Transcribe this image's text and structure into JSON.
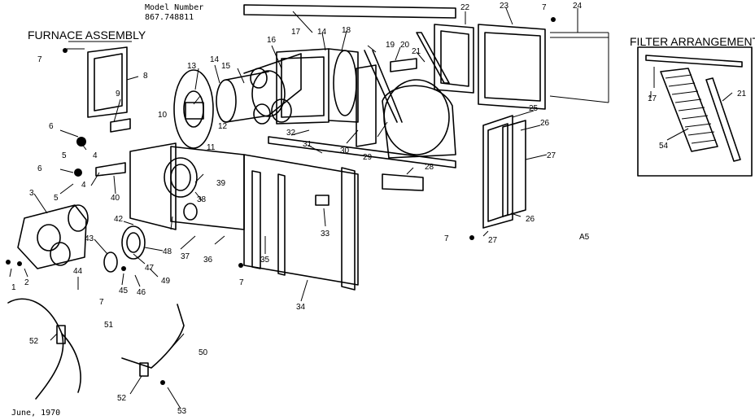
{
  "model_label": "Model Number",
  "model_number": "867.748811",
  "furnace_heading": "FURNACE ASSEMBLY",
  "filter_heading": "FILTER ARRANGEMENT",
  "date": "June, 1970",
  "code": "A5",
  "callouts": {
    "c1": "1",
    "c2": "2",
    "c3": "3",
    "c4a": "4",
    "c4b": "4",
    "c5a": "5",
    "c5b": "5",
    "c6a": "6",
    "c6b": "6",
    "c7a": "7",
    "c7b": "7",
    "c7c": "7",
    "c7d": "7",
    "c7e": "7",
    "c8": "8",
    "c9": "9",
    "c10": "10",
    "c11": "11",
    "c12": "12",
    "c13": "13",
    "c14a": "14",
    "c14b": "14",
    "c15": "15",
    "c16": "16",
    "c17a": "17",
    "c17b": "17",
    "c18": "18",
    "c19": "19",
    "c20": "20",
    "c21a": "21",
    "c21b": "21",
    "c22": "22",
    "c23": "23",
    "c24": "24",
    "c25": "25",
    "c26a": "26",
    "c26b": "26",
    "c27a": "27",
    "c27b": "27",
    "c28": "28",
    "c29": "29",
    "c30": "30",
    "c31": "31",
    "c32": "32",
    "c33": "33",
    "c34": "34",
    "c35": "35",
    "c36": "36",
    "c37": "37",
    "c38": "38",
    "c39": "39",
    "c40": "40",
    "c42": "42",
    "c43": "43",
    "c44": "44",
    "c45": "45",
    "c46": "46",
    "c47": "47",
    "c48": "48",
    "c49": "49",
    "c50": "50",
    "c51": "51",
    "c52a": "52",
    "c52b": "52",
    "c53": "53",
    "c54": "54"
  }
}
